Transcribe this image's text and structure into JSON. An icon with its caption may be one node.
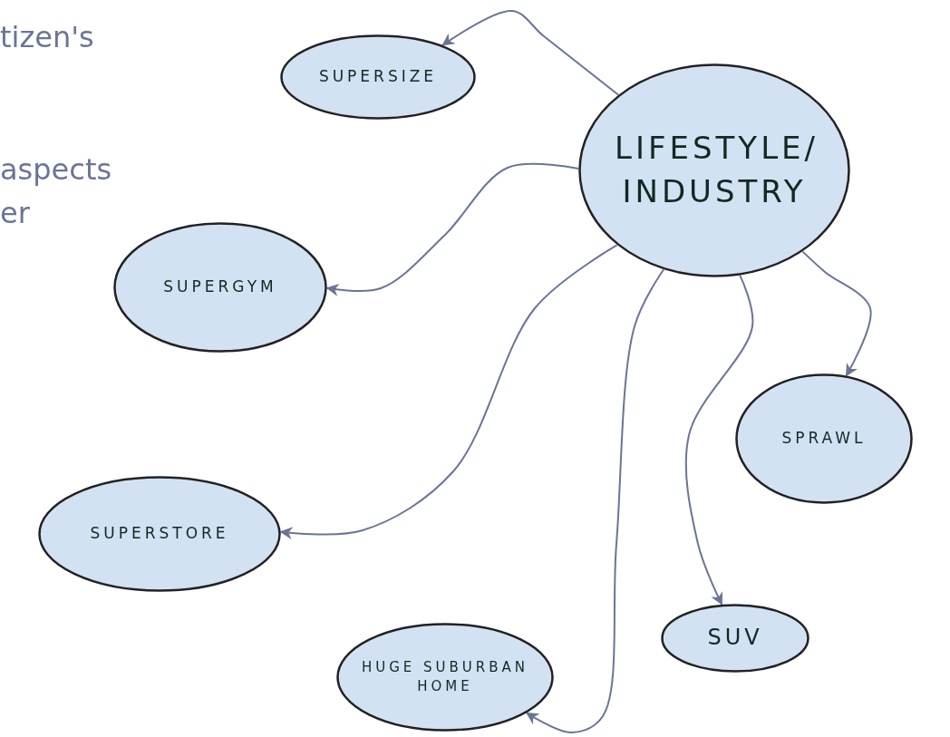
{
  "diagram": {
    "nodes": [
      {
        "text": [
          "LIFESTYLE/ INDUSTRY"
        ]
      },
      {
        "text": [
          "SUPERSIZE"
        ]
      },
      {
        "text": [
          "SUPERGYM"
        ]
      },
      {
        "text": [
          "SUPERSTORE"
        ]
      },
      {
        "text": [
          "HUGE SUBURBAN HOME"
        ]
      },
      {
        "text": [
          "SUV"
        ]
      },
      {
        "text": [
          "SPRAWL"
        ]
      }
    ],
    "edges": [
      {
        "from": 0,
        "to": 1,
        "arrow": "to"
      },
      {
        "from": 0,
        "to": 2,
        "arrow": "to"
      },
      {
        "from": 0,
        "to": 3,
        "arrow": "to"
      },
      {
        "from": 0,
        "to": 4,
        "arrow": "to"
      },
      {
        "from": 0,
        "to": 5,
        "arrow": "to"
      },
      {
        "from": 0,
        "to": 6,
        "arrow": "to"
      }
    ],
    "labels": [
      "tizen's",
      "aspects",
      "er"
    ]
  }
}
